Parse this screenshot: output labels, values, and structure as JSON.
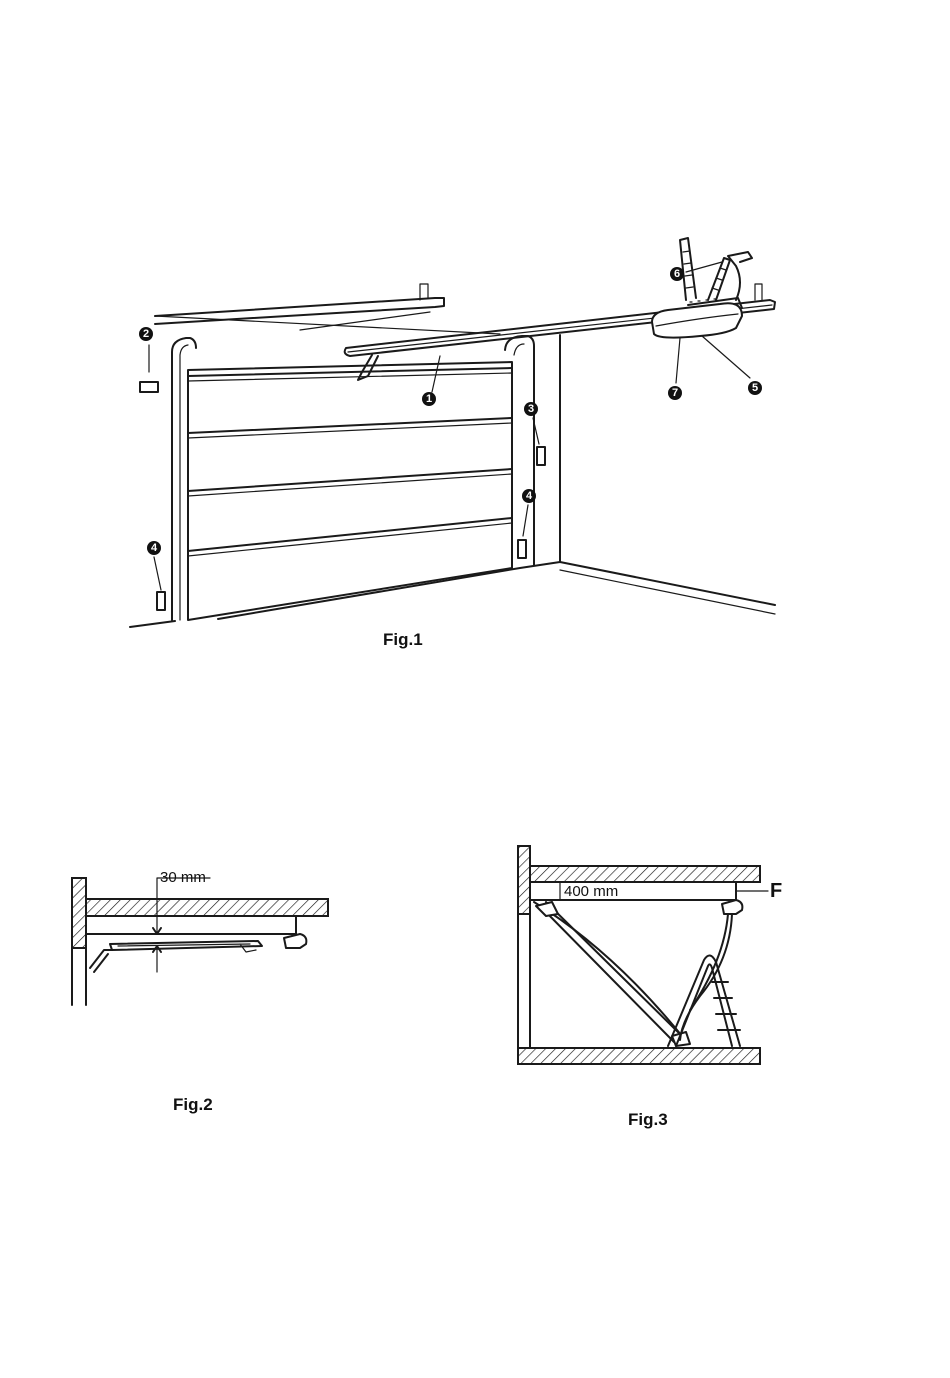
{
  "fig1": {
    "caption": "Fig.1",
    "callouts": [
      "1",
      "2",
      "3",
      "4",
      "4",
      "5",
      "6",
      "7"
    ]
  },
  "fig2": {
    "caption": "Fig.2",
    "dimension": "30 mm"
  },
  "fig3": {
    "caption": "Fig.3",
    "dimension": "400 mm",
    "force_label": "F"
  }
}
